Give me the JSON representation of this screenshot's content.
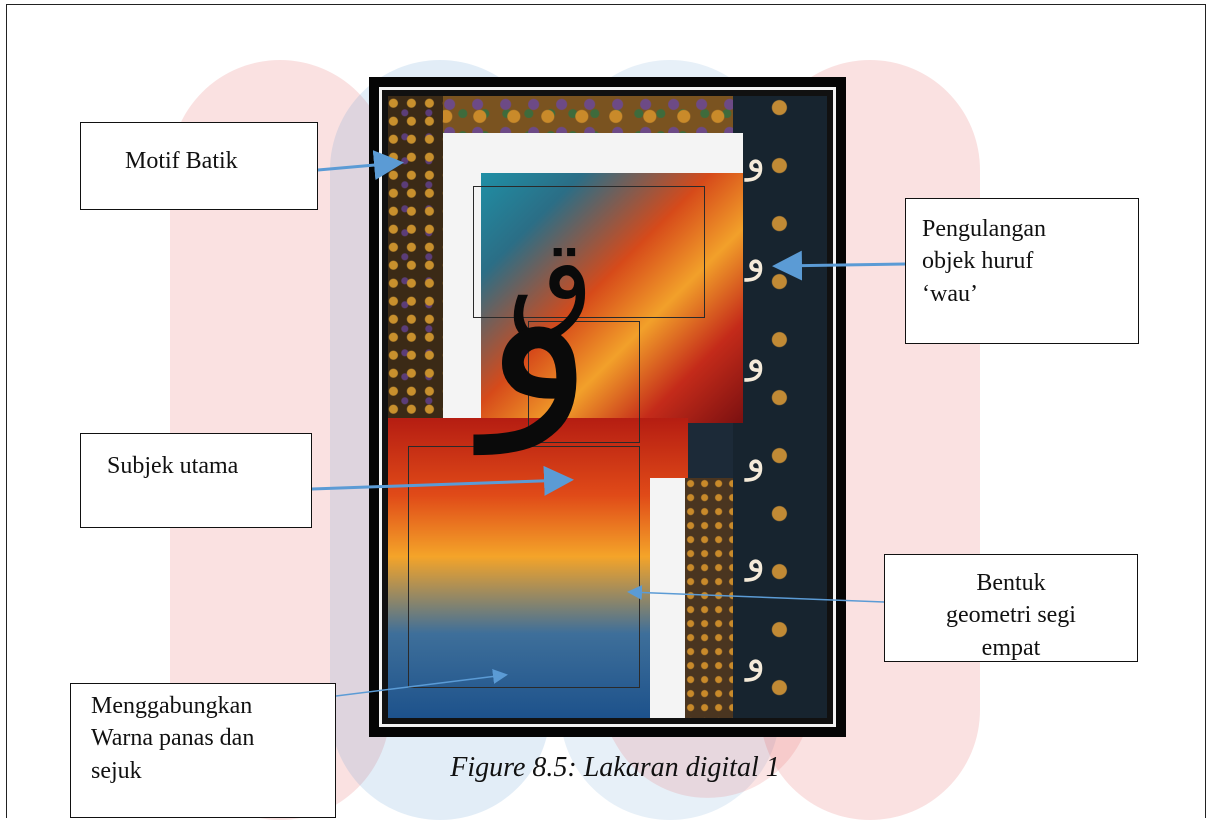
{
  "callouts": {
    "motif_batik": "Motif Batik",
    "pengulangan": [
      "Pengulangan",
      "objek huruf",
      "‘wau’"
    ],
    "subjek_utama": "Subjek utama",
    "bentuk_geometri": [
      "Bentuk",
      "geometri segi",
      "empat"
    ],
    "menggabungkan": [
      "Menggabungkan",
      "Warna panas dan",
      "sejuk"
    ]
  },
  "caption": "Figure 8.5: Lakaran digital 1",
  "colors": {
    "arrow": "#5b9bd5",
    "frame": "#050505",
    "watermark_red": "#e45b5b",
    "watermark_blue": "#5f9bd0"
  }
}
